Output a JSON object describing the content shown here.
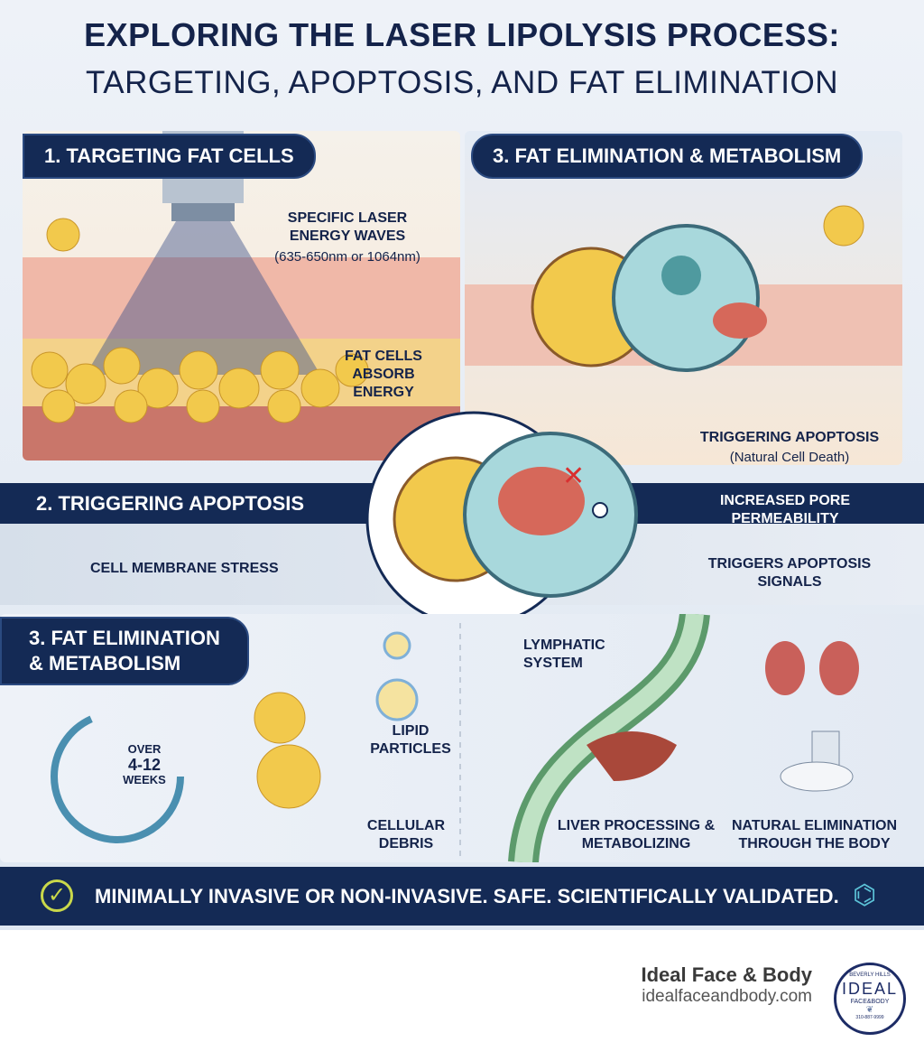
{
  "title": {
    "line1": "EXPLORING THE LASER LIPOLYSIS PROCESS:",
    "line2": "TARGETING, APOPTOSIS, AND FAT ELIMINATION"
  },
  "section1": {
    "heading": "1. TARGETING FAT CELLS",
    "laser_label": "SPECIFIC LASER ENERGY WAVES",
    "wavelength": "(635-650nm or 1064nm)",
    "absorb_label": "FAT CELLS ABSORB ENERGY"
  },
  "section_top_right": {
    "heading": "3. FAT ELIMINATION & METABOLISM",
    "apoptosis_label": "TRIGGERING APOPTOSIS",
    "apoptosis_sub": "(Natural Cell Death)"
  },
  "section2": {
    "heading": "2. TRIGGERING APOPTOSIS",
    "membrane_label": "CELL MEMBRANE STRESS",
    "pore_label": "INCREASED PORE PERMEABILITY",
    "signals_label": "TRIGGERS APOPTOSIS SIGNALS"
  },
  "section3": {
    "heading_line1": "3. FAT ELIMINATION",
    "heading_line2": "& METABOLISM",
    "timer_line1": "OVER",
    "timer_line2": "4-12",
    "timer_line3": "WEEKS",
    "lipid_label": "LIPID PARTICLES",
    "debris_label": "CELLULAR DEBRIS",
    "lymph_label": "LYMPHATIC SYSTEM",
    "liver_label": "LIVER PROCESSING & METABOLIZING",
    "elim_label": "NATURAL ELIMINATION THROUGH THE BODY"
  },
  "footer": {
    "tagline": "MINIMALLY INVASIVE OR NON-INVASIVE. SAFE. SCIENTIFICALLY VALIDATED."
  },
  "brand": {
    "name": "Ideal Face & Body",
    "url": "idealfaceandbody.com",
    "logo_top": "BEVERLY HILLS",
    "logo_main": "IDEAL",
    "logo_sub": "FACE&BODY",
    "logo_phone": "310-887-9999"
  },
  "colors": {
    "navy": "#142a55",
    "fat": "#f2c94c",
    "skin": "#e8a89a",
    "cell": "#a8d8dc"
  }
}
